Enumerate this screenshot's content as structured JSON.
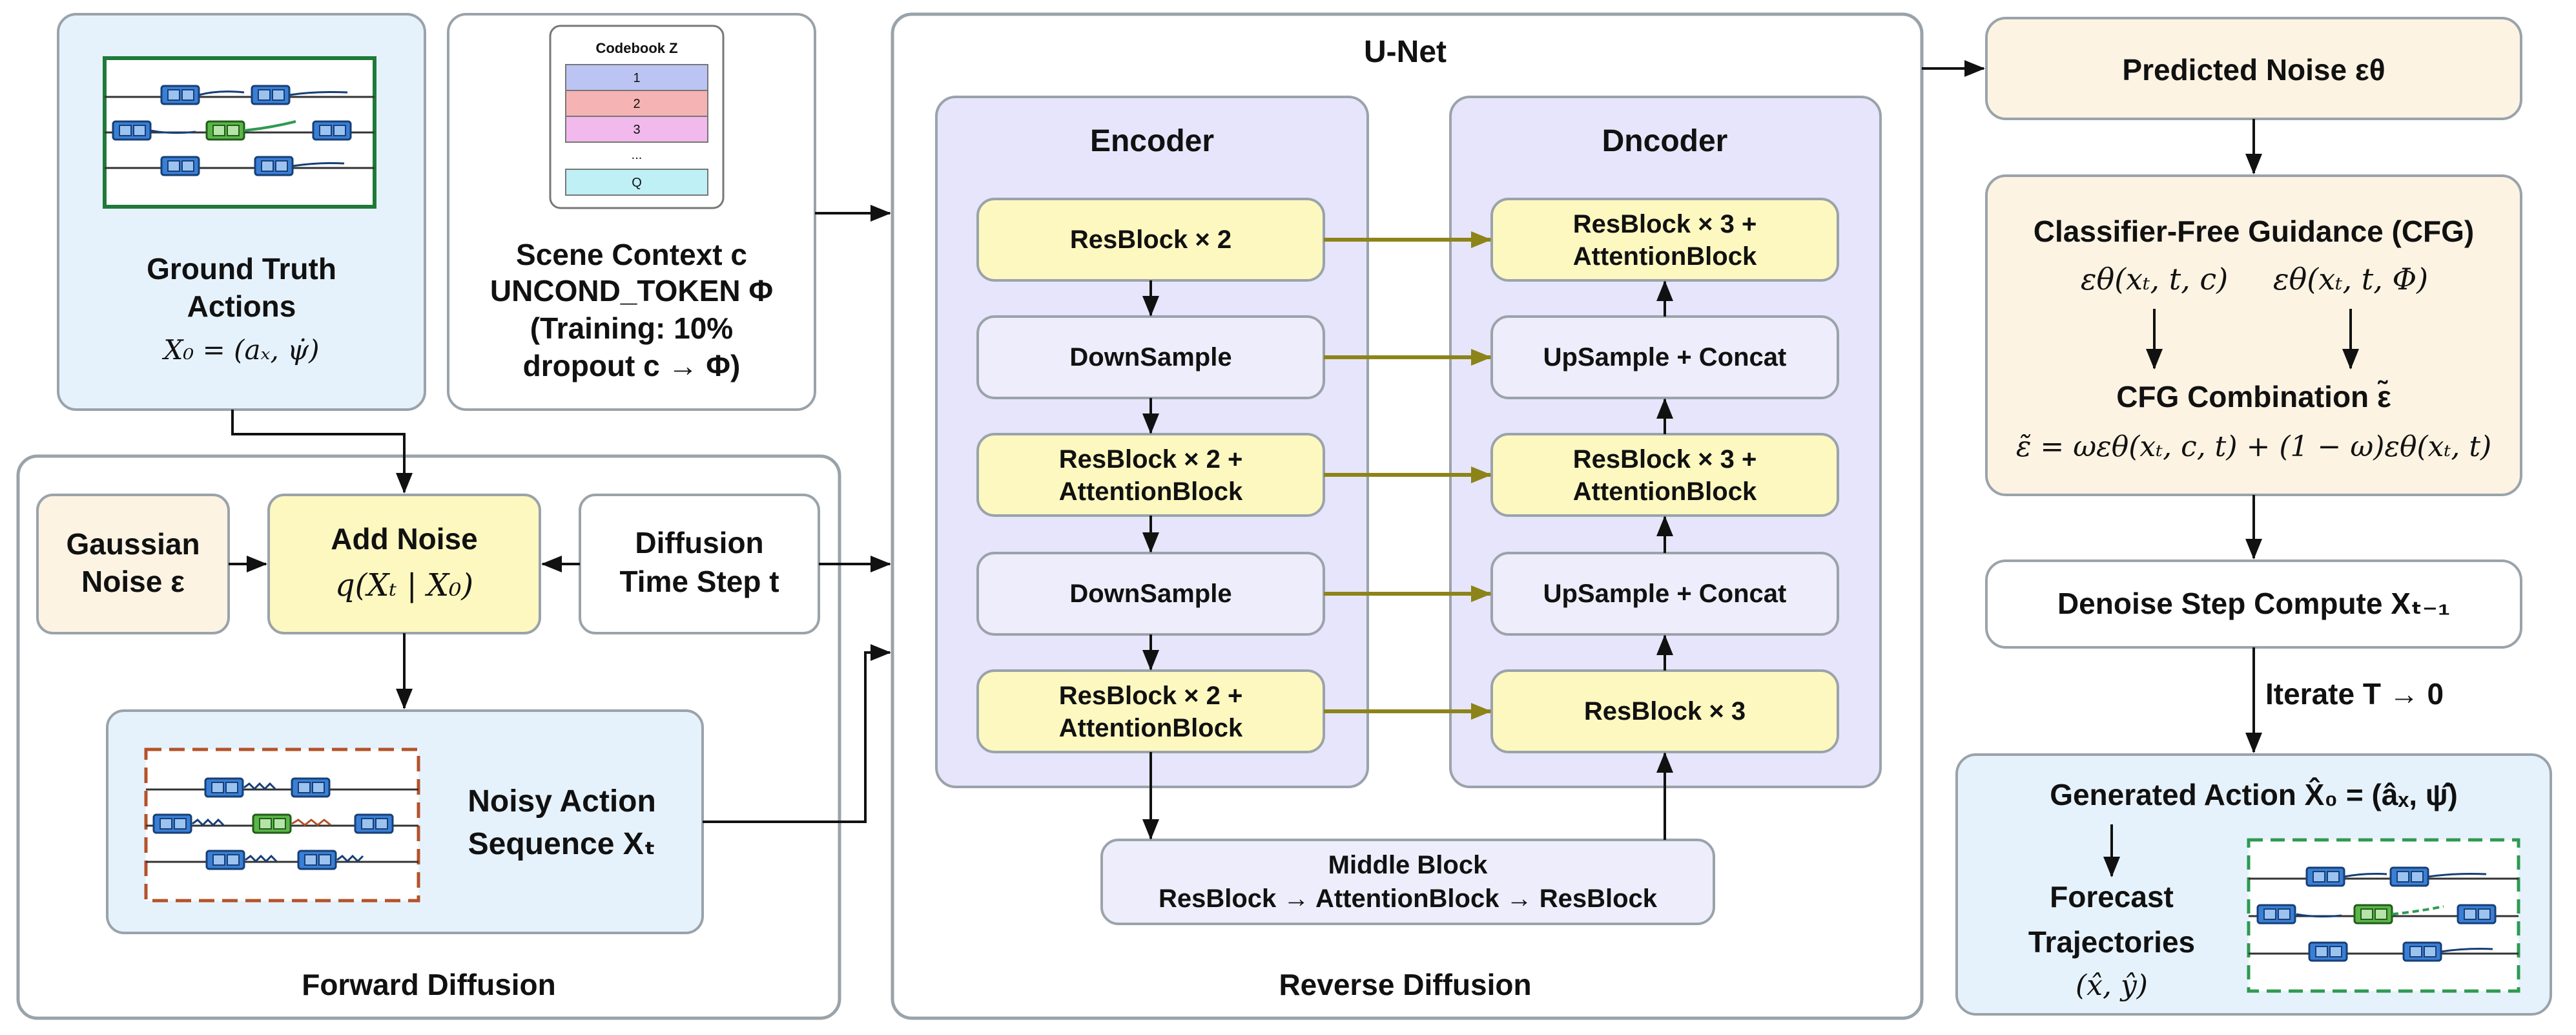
{
  "colors": {
    "blue_panel": "#e6f2fb",
    "cream_panel": "#fcf3e3",
    "yellow_block": "#fdf8c0",
    "lavender_panel": "#e6e5fb",
    "lavender_block": "#eeedfb",
    "olive_arrow": "#8c8418",
    "orange_dash": "#b4522a",
    "green_dash": "#2e9a52",
    "dark_green_frame": "#1f7a3a",
    "outline_gray": "#9aa3aa",
    "outline_dark": "#555b60"
  },
  "ground_truth": {
    "title_line1": "Ground Truth",
    "title_line2": "Actions",
    "formula": "X₀ = (aₓ, ψ̇)"
  },
  "scene_context": {
    "codebook_title": "Codebook Z",
    "codebook_rows": [
      "1",
      "2",
      "3",
      "...",
      "Q"
    ],
    "line1": "Scene Context c",
    "line2": "UNCOND_TOKEN Φ",
    "line3": "(Training: 10%",
    "line4": "dropout c → Φ)"
  },
  "forward_diffusion": {
    "label": "Forward Diffusion",
    "gaussian_line1": "Gaussian",
    "gaussian_line2": "Noise ε",
    "add_noise_title": "Add Noise",
    "add_noise_formula": "q(Xₜ | X₀)",
    "timestep_line1": "Diffusion",
    "timestep_line2": "Time Step t",
    "noisy_line1": "Noisy Action",
    "noisy_line2": "Sequence Xₜ"
  },
  "unet": {
    "title": "U-Net",
    "reverse_label": "Reverse Diffusion",
    "encoder_title": "Encoder",
    "decoder_title": "Dncoder",
    "encoder_blocks": [
      {
        "l1": "ResBlock × 2",
        "l2": ""
      },
      {
        "l1": "DownSample",
        "l2": ""
      },
      {
        "l1": "ResBlock × 2 +",
        "l2": "AttentionBlock"
      },
      {
        "l1": "DownSample",
        "l2": ""
      },
      {
        "l1": "ResBlock × 2 +",
        "l2": "AttentionBlock"
      }
    ],
    "decoder_blocks": [
      {
        "l1": "ResBlock × 3 +",
        "l2": "AttentionBlock"
      },
      {
        "l1": "UpSample + Concat",
        "l2": ""
      },
      {
        "l1": "ResBlock × 3 +",
        "l2": "AttentionBlock"
      },
      {
        "l1": "UpSample + Concat",
        "l2": ""
      },
      {
        "l1": "ResBlock × 3",
        "l2": ""
      }
    ],
    "middle_line1": "Middle Block",
    "middle_line2": "ResBlock → AttentionBlock → ResBlock"
  },
  "right_column": {
    "predicted_noise": "Predicted Noise εθ",
    "cfg_title": "Classifier-Free Guidance (CFG)",
    "cfg_cond": "εθ(xₜ, t, c)",
    "cfg_uncond": "εθ(xₜ, t, Φ)",
    "cfg_combo_title": "CFG Combination ε̃",
    "cfg_combo_formula": "ε̃ = ωεθ(xₜ, c, t) + (1 − ω)εθ(xₜ, t)",
    "denoise": "Denoise Step Compute Xₜ₋₁",
    "iterate": "Iterate T → 0",
    "generated_action": "Generated Action X̂₀ = (âₓ, ψ̂̇)",
    "forecast_line1": "Forecast",
    "forecast_line2": "Trajectories",
    "forecast_formula": "(x̂, ŷ)"
  }
}
